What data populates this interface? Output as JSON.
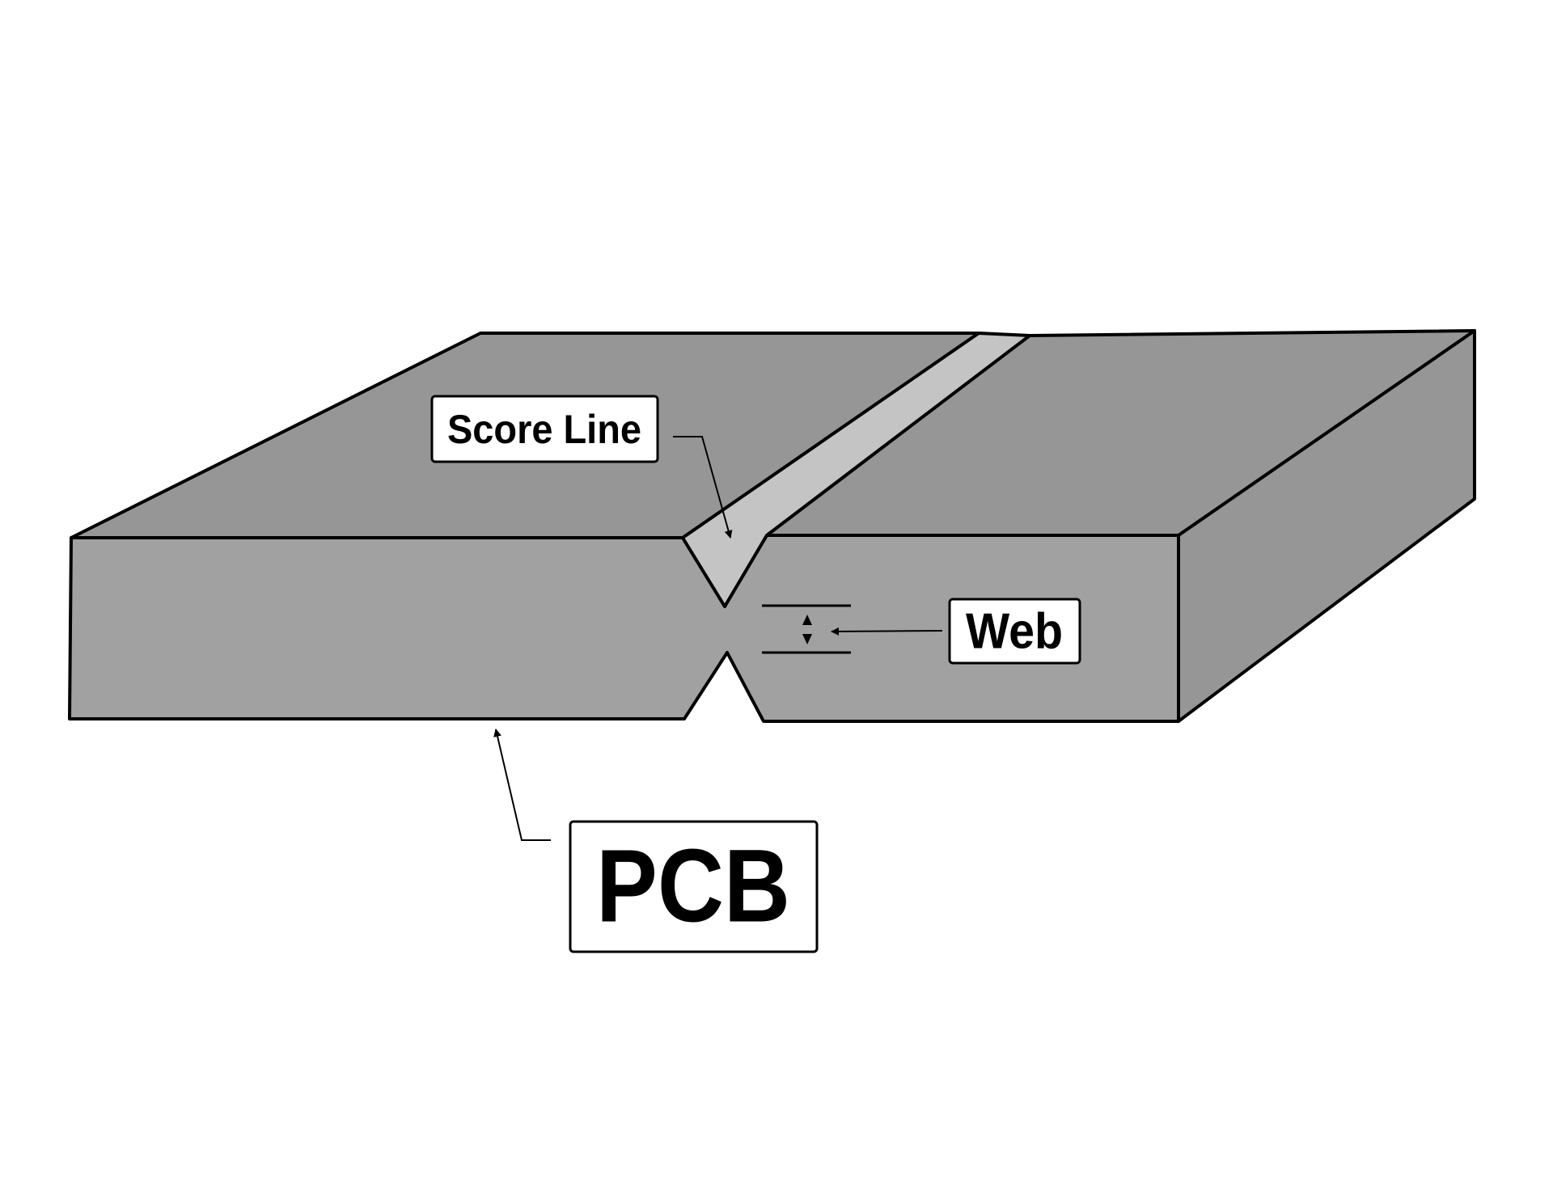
{
  "labels": {
    "score_line": "Score Line",
    "web": "Web",
    "pcb": "PCB"
  },
  "colors": {
    "background": "#ffffff",
    "top_face": "#979696",
    "front_face": "#a1a1a1",
    "side_face": "#979696",
    "score_groove": "#c4c4c4",
    "outline": "#000000"
  }
}
